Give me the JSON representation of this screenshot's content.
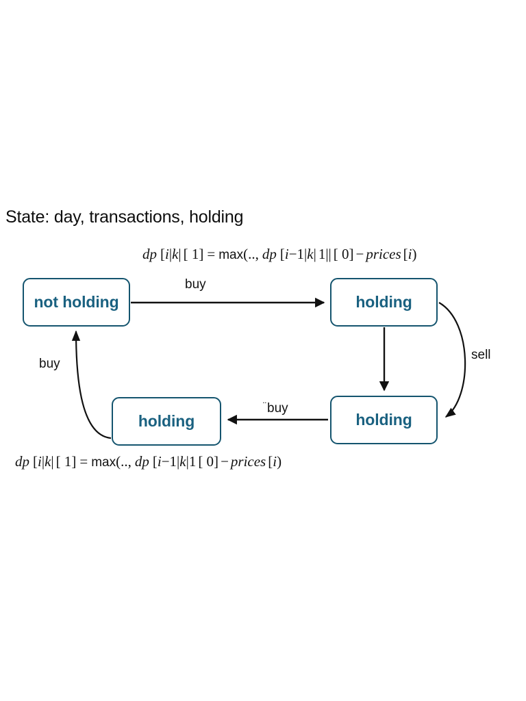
{
  "heading": {
    "text": "State: day, transactions, holding"
  },
  "formulas": {
    "top": {
      "full_text": "dp [i][k] [1] = max(.., dp [i-1][k] 1][ [0] - prices [i)",
      "lhs_var": "dp",
      "lhs_index": "[i][k][1]",
      "equals": "=",
      "max_op": "max",
      "ellipsis": "..",
      "rhs_var": "dp",
      "rhs_index": "[i-1][k][1]][0]",
      "minus": "−",
      "prices_var": "prices",
      "prices_index": "[i)"
    },
    "bottom": {
      "full_text": "dp [i][k] [1] = max(.., dp [i-1][k]1 [0] - prices [i)",
      "lhs_var": "dp",
      "lhs_index": "[i][k][1]",
      "equals": "=",
      "max_op": "max",
      "ellipsis": "..",
      "rhs_var": "dp",
      "rhs_index": "[i-1][k]1[0]",
      "minus": "−",
      "prices_var": "prices",
      "prices_index": "[i)"
    }
  },
  "diagram": {
    "type": "state-machine",
    "nodes": [
      {
        "id": "not-holding",
        "label": "not holding"
      },
      {
        "id": "holding-top",
        "label": "holding"
      },
      {
        "id": "holding-bottom-left",
        "label": "holding"
      },
      {
        "id": "holding-bottom-right",
        "label": "holding"
      }
    ],
    "edges": [
      {
        "id": "buy-top",
        "from": "not-holding",
        "to": "holding-top",
        "label": "buy",
        "style": "straight-horizontal"
      },
      {
        "id": "sell",
        "from": "holding-top",
        "to": "holding-bottom-right",
        "label": "sell",
        "style": "curved-right"
      },
      {
        "id": "down",
        "from": "holding-top",
        "to": "holding-bottom-right",
        "label": "",
        "style": "straight-vertical"
      },
      {
        "id": "buy-mid",
        "from": "holding-bottom-right",
        "to": "holding-bottom-left",
        "label": "buy",
        "label_prefix": "¨",
        "style": "straight-horizontal"
      },
      {
        "id": "buy-left",
        "from": "holding-bottom-left",
        "to": "not-holding",
        "label": "buy",
        "style": "curved-left"
      }
    ]
  },
  "colors": {
    "box_border": "#14546e",
    "box_text": "#1a6180",
    "edge": "#111111",
    "background": "#ffffff",
    "heading_text": "#0d0d0d"
  }
}
